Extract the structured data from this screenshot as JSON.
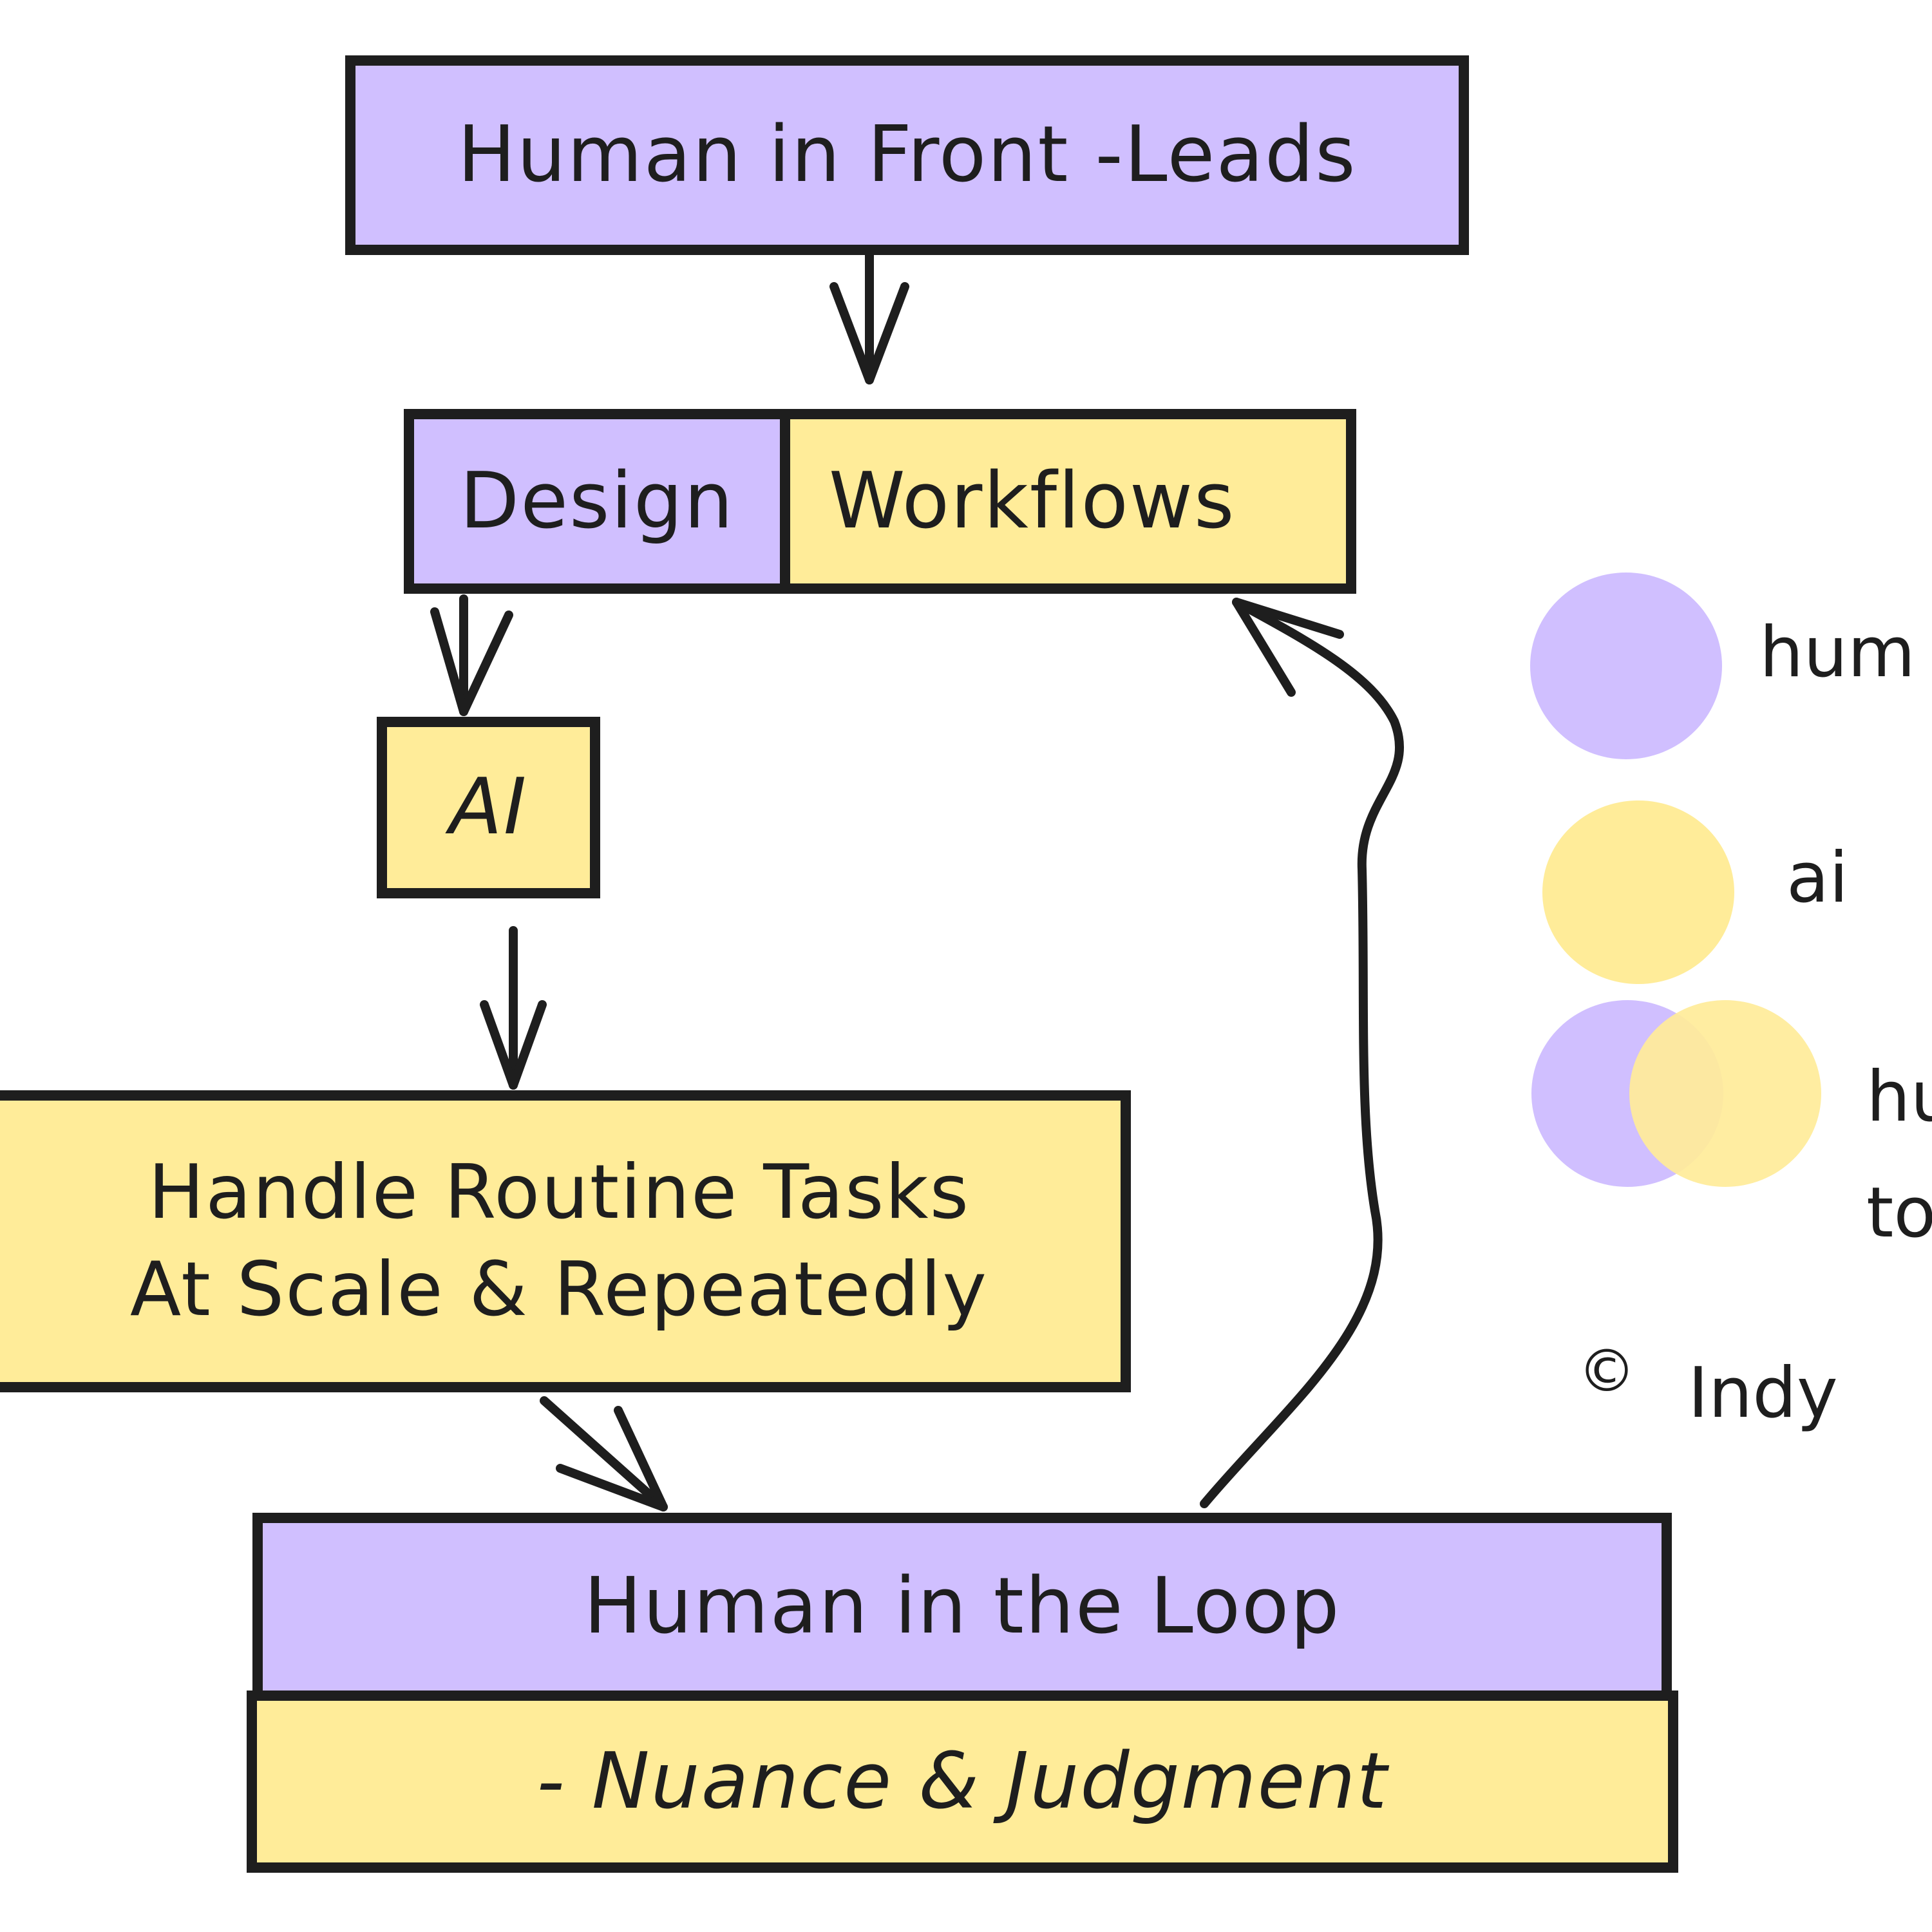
{
  "colors": {
    "human": "#d0bfff",
    "ai": "#ffec99",
    "stroke": "#1e1e1e"
  },
  "nodes": {
    "human_in_front": "Human in Front -Leads",
    "design": "Design",
    "workflows": "Workflows",
    "ai": "AI",
    "handle_line1": "Handle Routine Tasks",
    "handle_line2": "At Scale & Repeatedly",
    "human_in_loop": "Human in the Loop",
    "nuance": "- Nuance & Judgment"
  },
  "edges": [
    {
      "from": "human_in_front",
      "to": "design_workflows"
    },
    {
      "from": "design",
      "to": "ai"
    },
    {
      "from": "ai",
      "to": "handle_routine_tasks"
    },
    {
      "from": "handle_routine_tasks",
      "to": "human_in_loop"
    },
    {
      "from": "human_in_loop",
      "to": "workflows"
    }
  ],
  "legend": {
    "human_label": "hum",
    "ai_label": "ai",
    "together_line1": "hu",
    "together_line2": "to"
  },
  "credit": {
    "symbol": "©",
    "text": "Indy"
  }
}
